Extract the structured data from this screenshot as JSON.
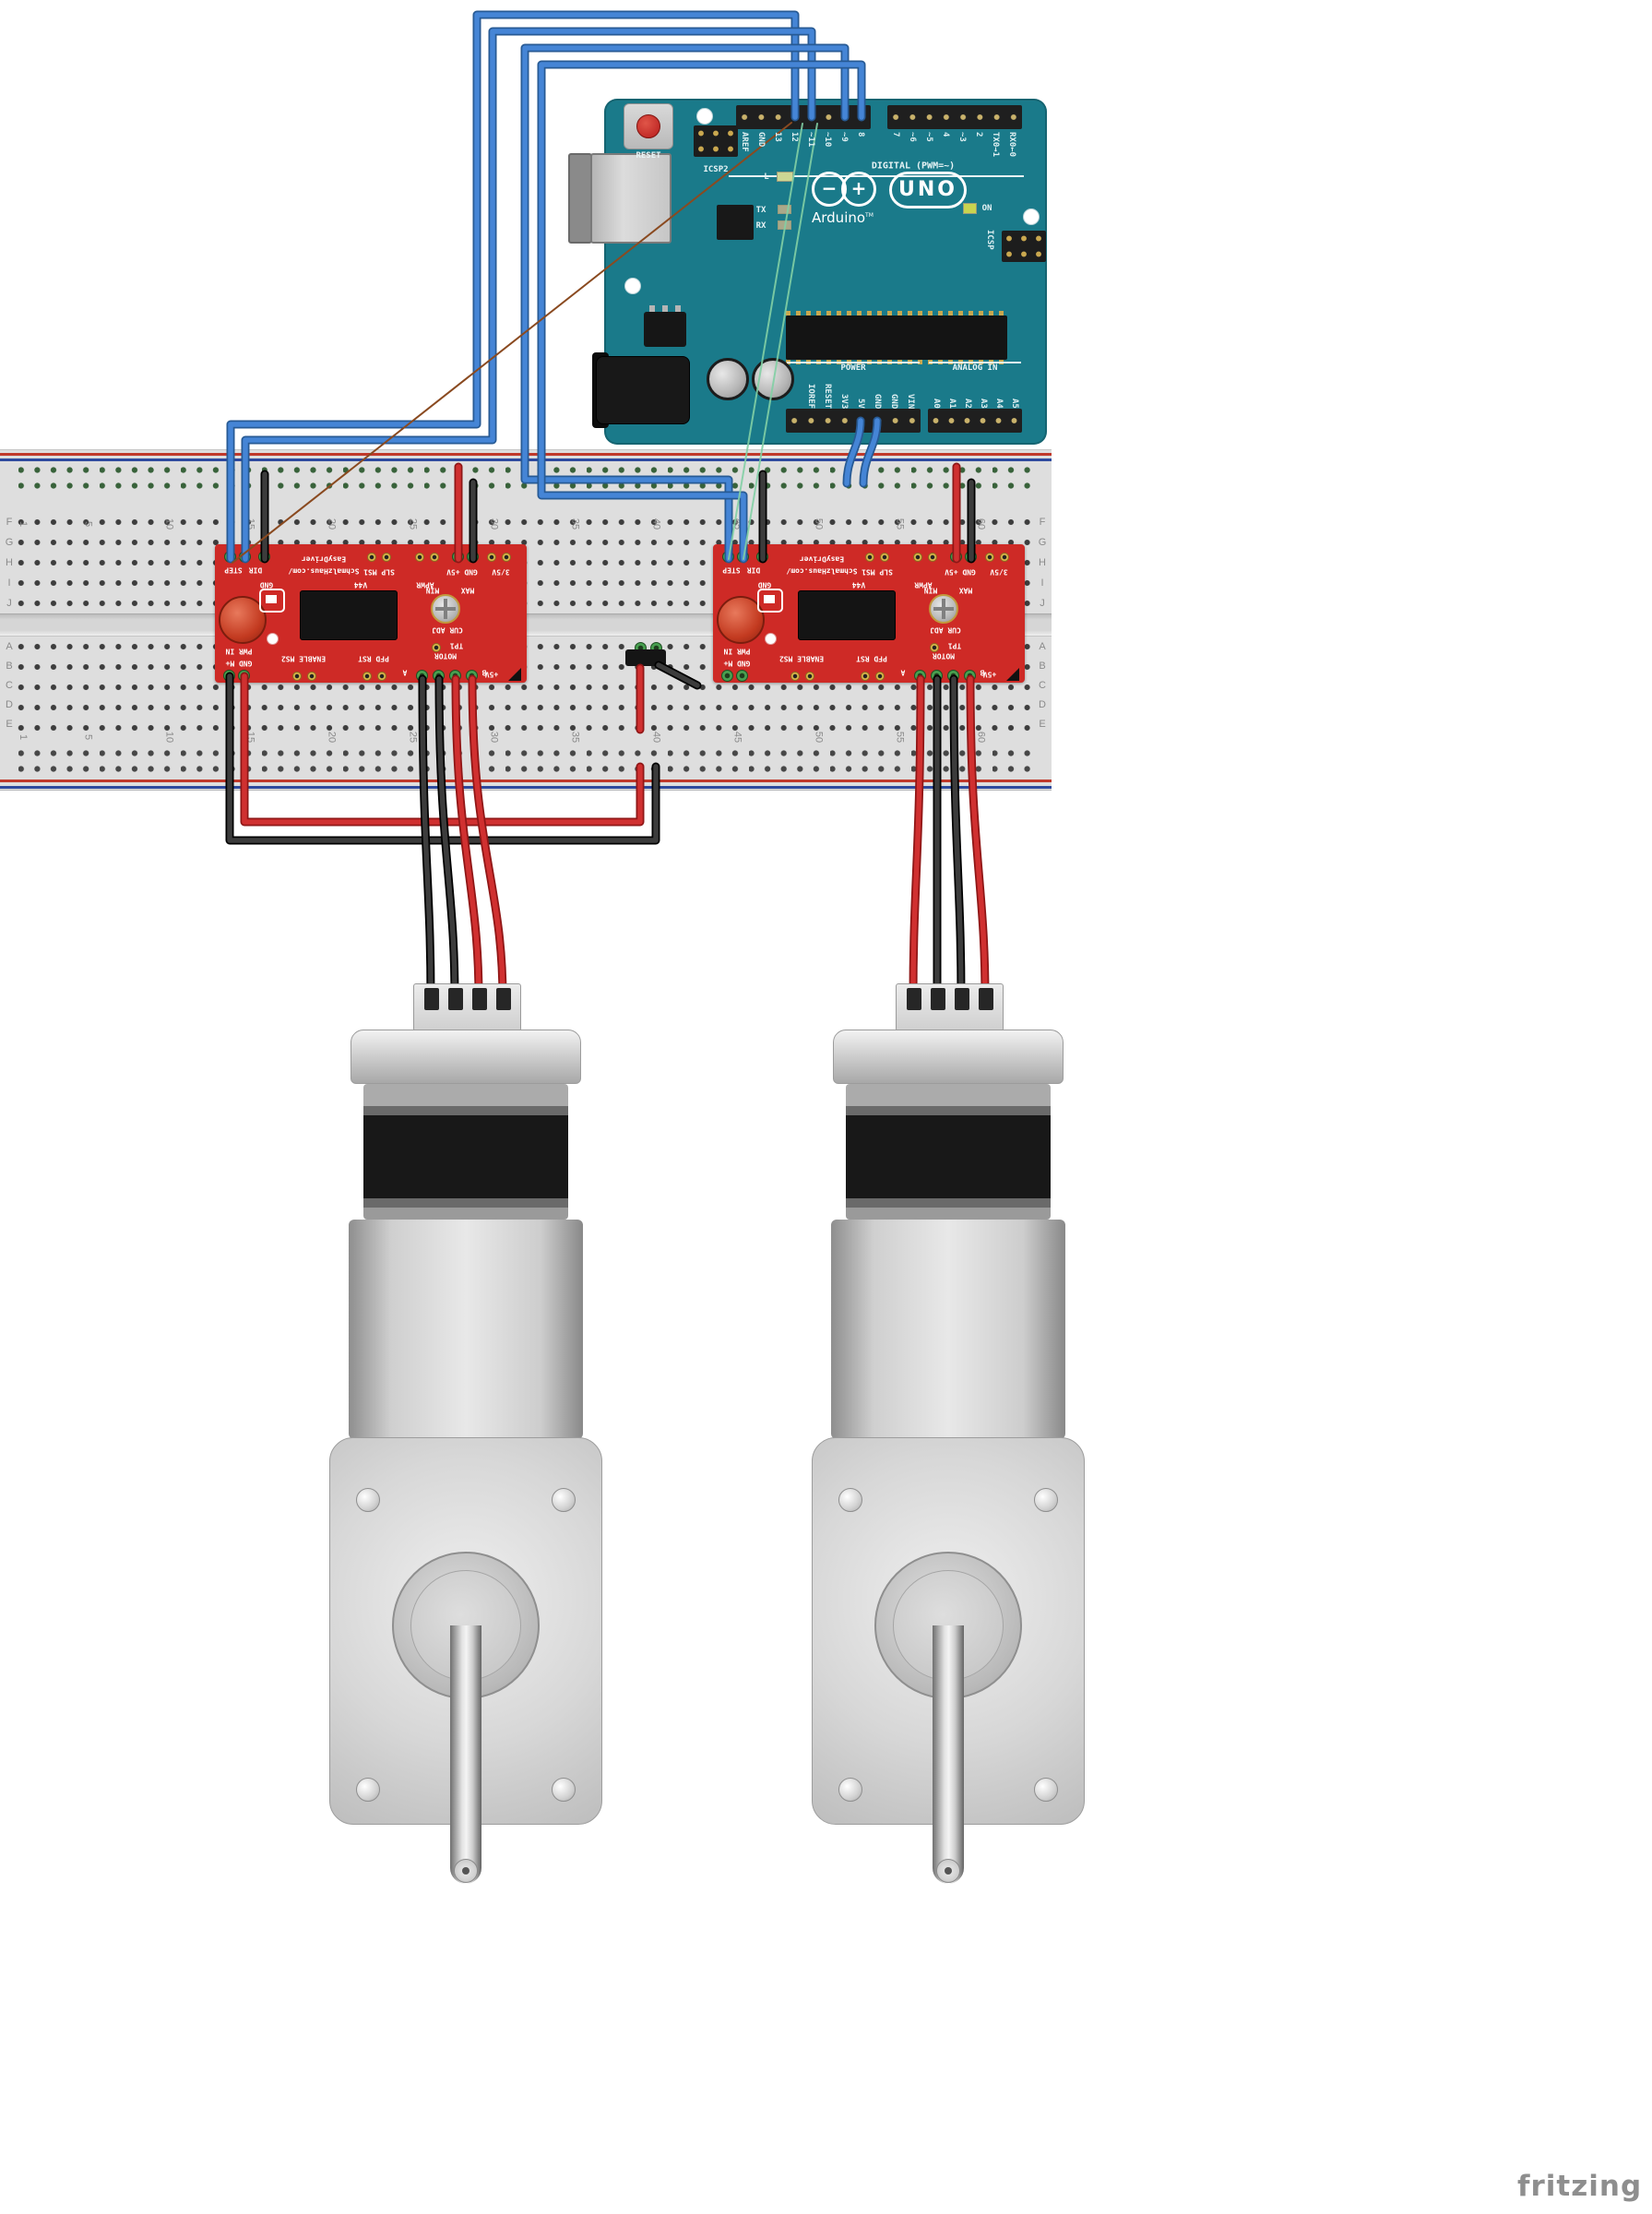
{
  "watermark": "fritzing",
  "arduino": {
    "reset_label": "RESET",
    "icsp2_label": "ICSP2",
    "icsp_label": "ICSP",
    "digital_label": "DIGITAL (PWM=~)",
    "led_l_label": "L",
    "led_tx_label": "TX",
    "led_rx_label": "RX",
    "brand": "Arduino",
    "brand_tm": "TM",
    "model": "UNO",
    "on_label": "ON",
    "power_label": "POWER",
    "analog_label": "ANALOG IN",
    "logo_minus": "−",
    "logo_plus": "+",
    "digital_pins_1": [
      "AREF",
      "GND",
      "13",
      "12",
      "~11",
      "~10",
      "~9",
      "8"
    ],
    "digital_pins_2": [
      "7",
      "~6",
      "~5",
      "4",
      "~3",
      "2",
      "TX0→1",
      "RX0←0"
    ],
    "power_pins": [
      "IOREF",
      "RESET",
      "3V3",
      "5V",
      "GND",
      "GND",
      "VIN"
    ],
    "analog_pins": [
      "A0",
      "A1",
      "A2",
      "A3",
      "A4",
      "A5"
    ]
  },
  "breadboard": {
    "row_letters_top": [
      "F",
      "G",
      "H",
      "I",
      "J"
    ],
    "row_letters_bottom": [
      "A",
      "B",
      "C",
      "D",
      "E"
    ],
    "column_numbers": [
      "1",
      "5",
      "10",
      "15",
      "20",
      "25",
      "30",
      "35",
      "40",
      "45",
      "50",
      "55",
      "60"
    ]
  },
  "easydriver": {
    "brand_line1": "SchmalzHaus.com/",
    "brand_line2": "EasyDriver",
    "version": "V44",
    "step_label": "STEP",
    "dir_label": "DIR",
    "gnd_label": "GND",
    "slp_ms1_label": "SLP MS1",
    "apwr_label": "APWR",
    "gnd_5v_label": "GND +5V",
    "v35_label": "3/5V",
    "min_label": "MIN",
    "max_label": "MAX",
    "cur_adj_label": "CUR ADJ",
    "tp1_label": "TP1",
    "motor_label": "MOTOR",
    "a_label": "A",
    "b_label": "B",
    "pwr_in_label": "PWR IN",
    "gnd_m_label": "GND M+",
    "enable_ms2_label": "ENABLE MS2",
    "pfd_rst_label": "PFD RST",
    "plus5v_label": "+5V"
  },
  "colors": {
    "arduino_teal": "#1a7a8a",
    "easydriver_red": "#ce2a26",
    "wire_blue": "#4585d6",
    "wire_red": "#d03030",
    "wire_black": "#3c3c3c",
    "breadboard_gray": "#dedede"
  }
}
